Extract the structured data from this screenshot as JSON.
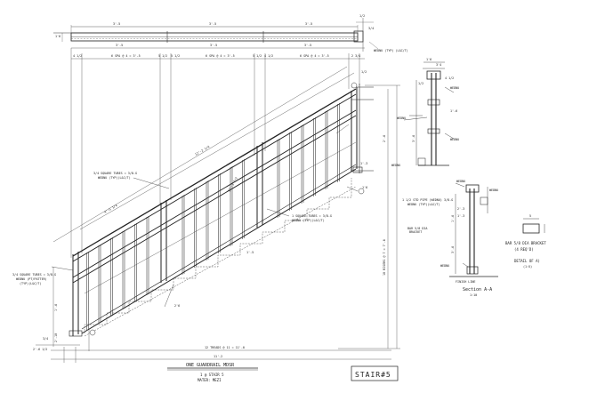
{
  "top_plan": {
    "dims": [
      "3'-5",
      "3'-5",
      "3'-5"
    ],
    "callout": "WEDNU (TYP) (L&C/T)",
    "labels_small": [
      "1'6",
      "1/2",
      "3/4"
    ]
  },
  "elevation": {
    "spacing_dims": [
      "6 SPA @ 4 = 3'-5",
      "6 SPA @ 4 = 3'-5",
      "6 SPA @ 4 = 3'-5"
    ],
    "span_dims": [
      "3'-5",
      "3'-5",
      "3'-5"
    ],
    "end_dims": [
      "4 1/2",
      "5 1/2",
      "5 1/2",
      "5 1/2",
      "4 1/2",
      "2 3/4"
    ],
    "rail_length_labels": [
      "12'-2 1/4",
      "4'-5 1/4",
      "12'-3 1/2"
    ],
    "callout_top": "3/4 SQUARE TUBES = 3/8-G\nWEDNU (TYP)(L&C/T)",
    "callout_mid": "1 SQUARE TUBES = 3/8-G\nWEDNU (TYP)(L&C/T)",
    "callout_left": "3/4 SQUARE TUBES = 3/8-G\nWEDNU (PT/PATTER)\n(TYP)(L&C/T)",
    "bottom_dims": [
      "12 TREADS @ 11 = 11'-0",
      "11'-2"
    ],
    "left_dims": [
      "1'-6",
      "2'-10"
    ],
    "right_dims": [
      "2'-6",
      "10 RISERS @ 7 = 7'-6"
    ],
    "floor_label": "2'-6 1/2",
    "small_marks": [
      "1'-5",
      "2'6",
      "1'6",
      "1'-3",
      "1/2",
      "3/4"
    ]
  },
  "section_detail": {
    "labels": [
      "1'6",
      "3'4",
      "1/2",
      "4 1/2",
      "WEDNU",
      "WEDNU",
      "WEDNU",
      "3'-6",
      "1'-6"
    ],
    "callout": "WEDNU"
  },
  "section_aa": {
    "title": "Section A-A",
    "scale": "1:10",
    "pipe_note": "1 1/2 STD PIPE (WEDNU) 3/8-G\nWEDNU (TYP)(L&C/T)",
    "bar_note": "BAR 5/8 DIA BRACKET\n(4 REQ'D)",
    "finish_line": "FINISH LINE",
    "dims": [
      "1'-6",
      "3'-6",
      "2'-3",
      "1'-3"
    ],
    "weld_labels": [
      "WEDNU",
      "WEDNU",
      "WEDNU"
    ]
  },
  "detail_a": {
    "bar_note": "BAR 5/8 DIA BRACKET",
    "qty": "(4 REQ'D)",
    "title": "DETAIL OF A)",
    "scale": "(1:5)",
    "dim": "5"
  },
  "title_block": {
    "drawing_title": "ONE GUARDRAIL MDSR",
    "sub1": "1 @ STAIR 5",
    "sub2": "MATER: MEZI",
    "stamp": "STAIR#5"
  }
}
